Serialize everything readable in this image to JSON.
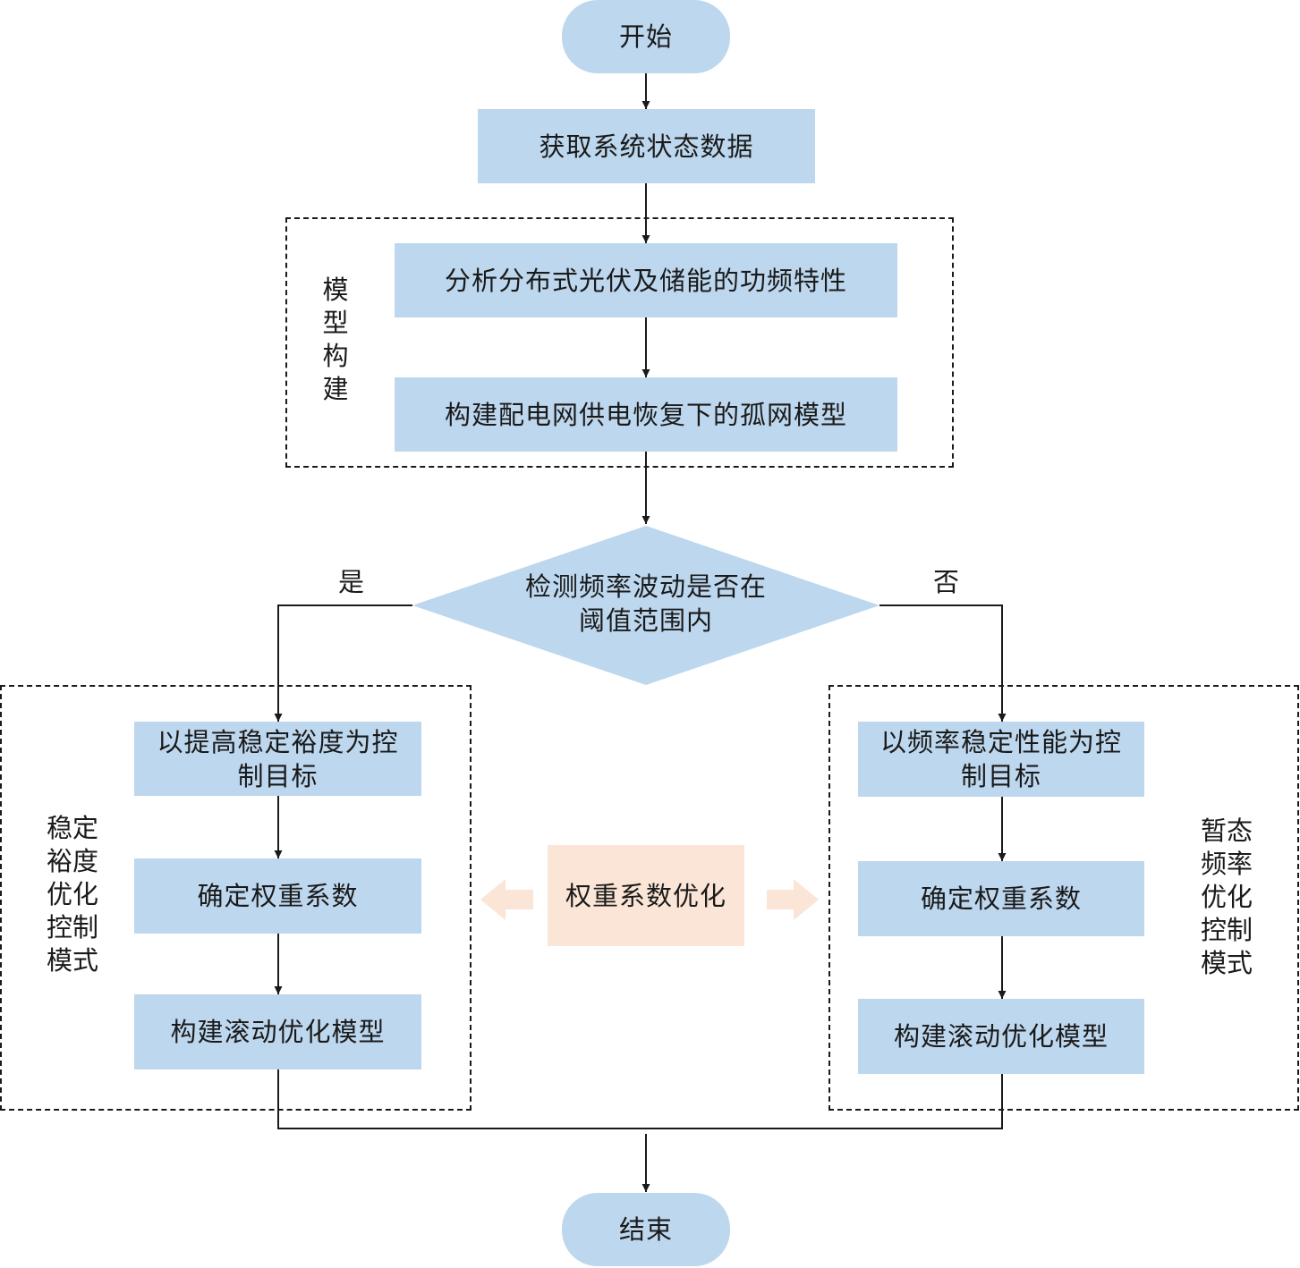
{
  "nodes": {
    "start": "开始",
    "acquire": "获取系统状态数据",
    "analyze": "分析分布式光伏及储能的功频特性",
    "build_island": "构建配电网供电恢复下的孤网模型",
    "decision_line1": "检测频率波动是否在",
    "decision_line2": "阈值范围内",
    "left_goal_line1": "以提高稳定裕度为控",
    "left_goal_line2": "制目标",
    "left_weight": "确定权重系数",
    "left_model": "构建滚动优化模型",
    "weight_opt": "权重系数优化",
    "right_goal_line1": "以频率稳定性能为控",
    "right_goal_line2": "制目标",
    "right_weight": "确定权重系数",
    "right_model": "构建滚动优化模型",
    "end": "结束"
  },
  "groups": {
    "model_build": [
      "模",
      "型",
      "构",
      "建"
    ],
    "left_mode": [
      "稳定",
      "裕度",
      "优化",
      "控制",
      "模式"
    ],
    "right_mode": [
      "暂态",
      "频率",
      "优化",
      "控制",
      "模式"
    ]
  },
  "branches": {
    "yes": "是",
    "no": "否"
  },
  "colors": {
    "box_fill": "#bdd7ee",
    "highlight_fill": "#fbe5d6",
    "arrow_fill": "#fbe5d6",
    "line": "#1a1a1a"
  }
}
